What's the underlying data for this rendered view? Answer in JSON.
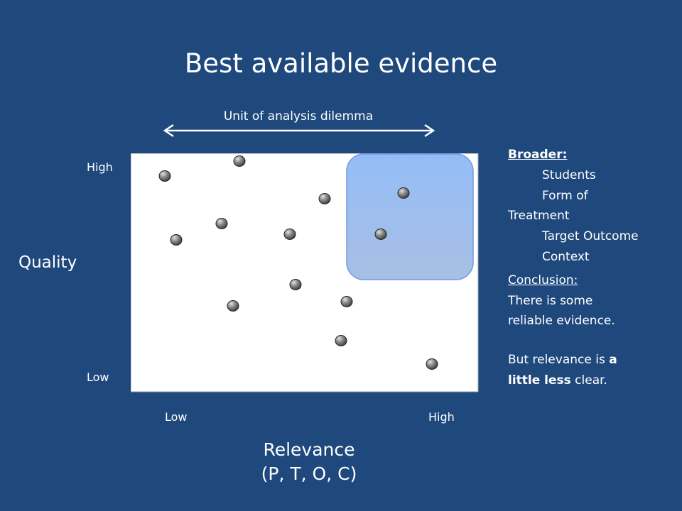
{
  "title": "Best available evidence",
  "dilemma_label": "Unit of analysis dilemma",
  "axes": {
    "y_label": "Quality",
    "y_high": "High",
    "y_low": "Low",
    "x_label_line1": "Relevance",
    "x_label_line2": "(P, T, O, C)",
    "x_low": "Low",
    "x_high": "High"
  },
  "side_panel": {
    "broader_heading": "Broader:",
    "broader_items": [
      "Students",
      "Form of",
      "Treatment",
      "Target Outcome",
      "Context"
    ],
    "conclusion_heading": "Conclusion:",
    "conclusion_line1": "There is some",
    "conclusion_line2": "reliable evidence.",
    "but_line1_prefix": "But relevance is ",
    "but_line1_bold": "a",
    "but_line2_bold": "little less",
    "but_line2_suffix": " clear."
  },
  "colors": {
    "background": "#1f497d",
    "plot_area": "#ffffff",
    "highlight_box": "#9dbdf0",
    "dot": "#6a6a6a"
  }
}
